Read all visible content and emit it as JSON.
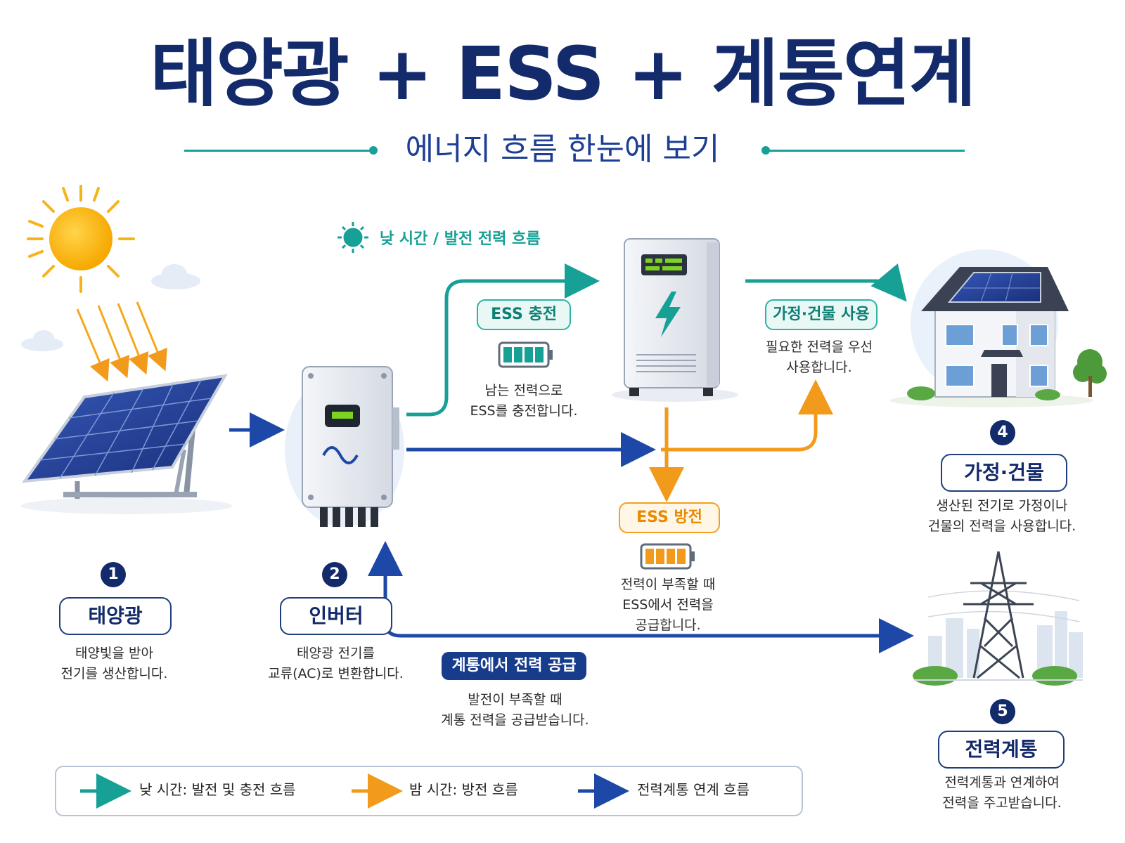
{
  "title": "태양광 + ESS + 계통연계",
  "subtitle": "에너지 흐름 한눈에 보기",
  "daytime_note": "낮 시간 / 발전 전력 흐름",
  "colors": {
    "navy": "#132a6b",
    "teal": "#17a096",
    "orange": "#f29a1c",
    "blue": "#1e48a8"
  },
  "steps": [
    {
      "number": "1",
      "label": "태양광",
      "desc": "태양빛을 받아\n전기를 생산합니다.",
      "icon": "solar-panel-icon"
    },
    {
      "number": "2",
      "label": "인버터",
      "desc": "태양광 전기를\n교류(AC)로 변환합니다.",
      "icon": "inverter-icon"
    },
    {
      "number": "4",
      "label": "가정·건물",
      "desc": "생산된 전기로 가정이나\n건물의 전력을 사용합니다.",
      "icon": "house-icon"
    },
    {
      "number": "5",
      "label": "전력계통",
      "desc": "전력계통과 연계하여\n전력을 주고받습니다.",
      "icon": "power-tower-icon"
    }
  ],
  "flows": {
    "ess_charge": {
      "tag": "ESS 충전",
      "desc": "남는 전력으로\nESS를 충전합니다."
    },
    "home_use": {
      "tag": "가정·건물 사용",
      "desc": "필요한 전력을 우선\n사용합니다."
    },
    "ess_discharge": {
      "tag": "ESS 방전",
      "desc": "전력이 부족할 때\nESS에서 전력을\n공급합니다."
    },
    "grid_supply": {
      "tag": "계통에서 전력 공급",
      "desc": "발전이 부족할 때\n계통 전력을 공급받습니다."
    }
  },
  "legend": [
    {
      "label": "낮 시간: 발전 및 충전 흐름",
      "color": "#17a096"
    },
    {
      "label": "밤 시간: 방전 흐름",
      "color": "#f29a1c"
    },
    {
      "label": "전력계통 연계 흐름",
      "color": "#1e48a8"
    }
  ]
}
